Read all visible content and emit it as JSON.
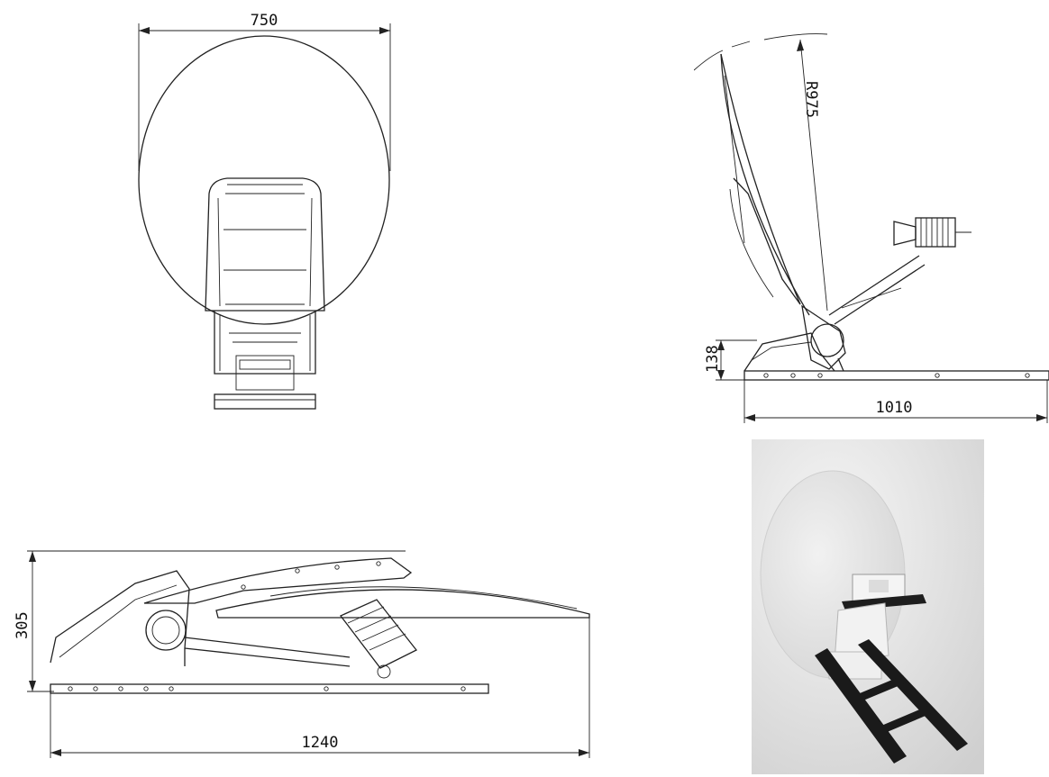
{
  "dimensions": {
    "front_width": "750",
    "side_radius": "R975",
    "side_base_height": "138",
    "side_length": "1010",
    "stowed_height": "305",
    "stowed_length": "1240"
  },
  "colors": {
    "line": "#222222",
    "render_bg": "#e9e9e9",
    "rail": "#1a1a1a"
  }
}
